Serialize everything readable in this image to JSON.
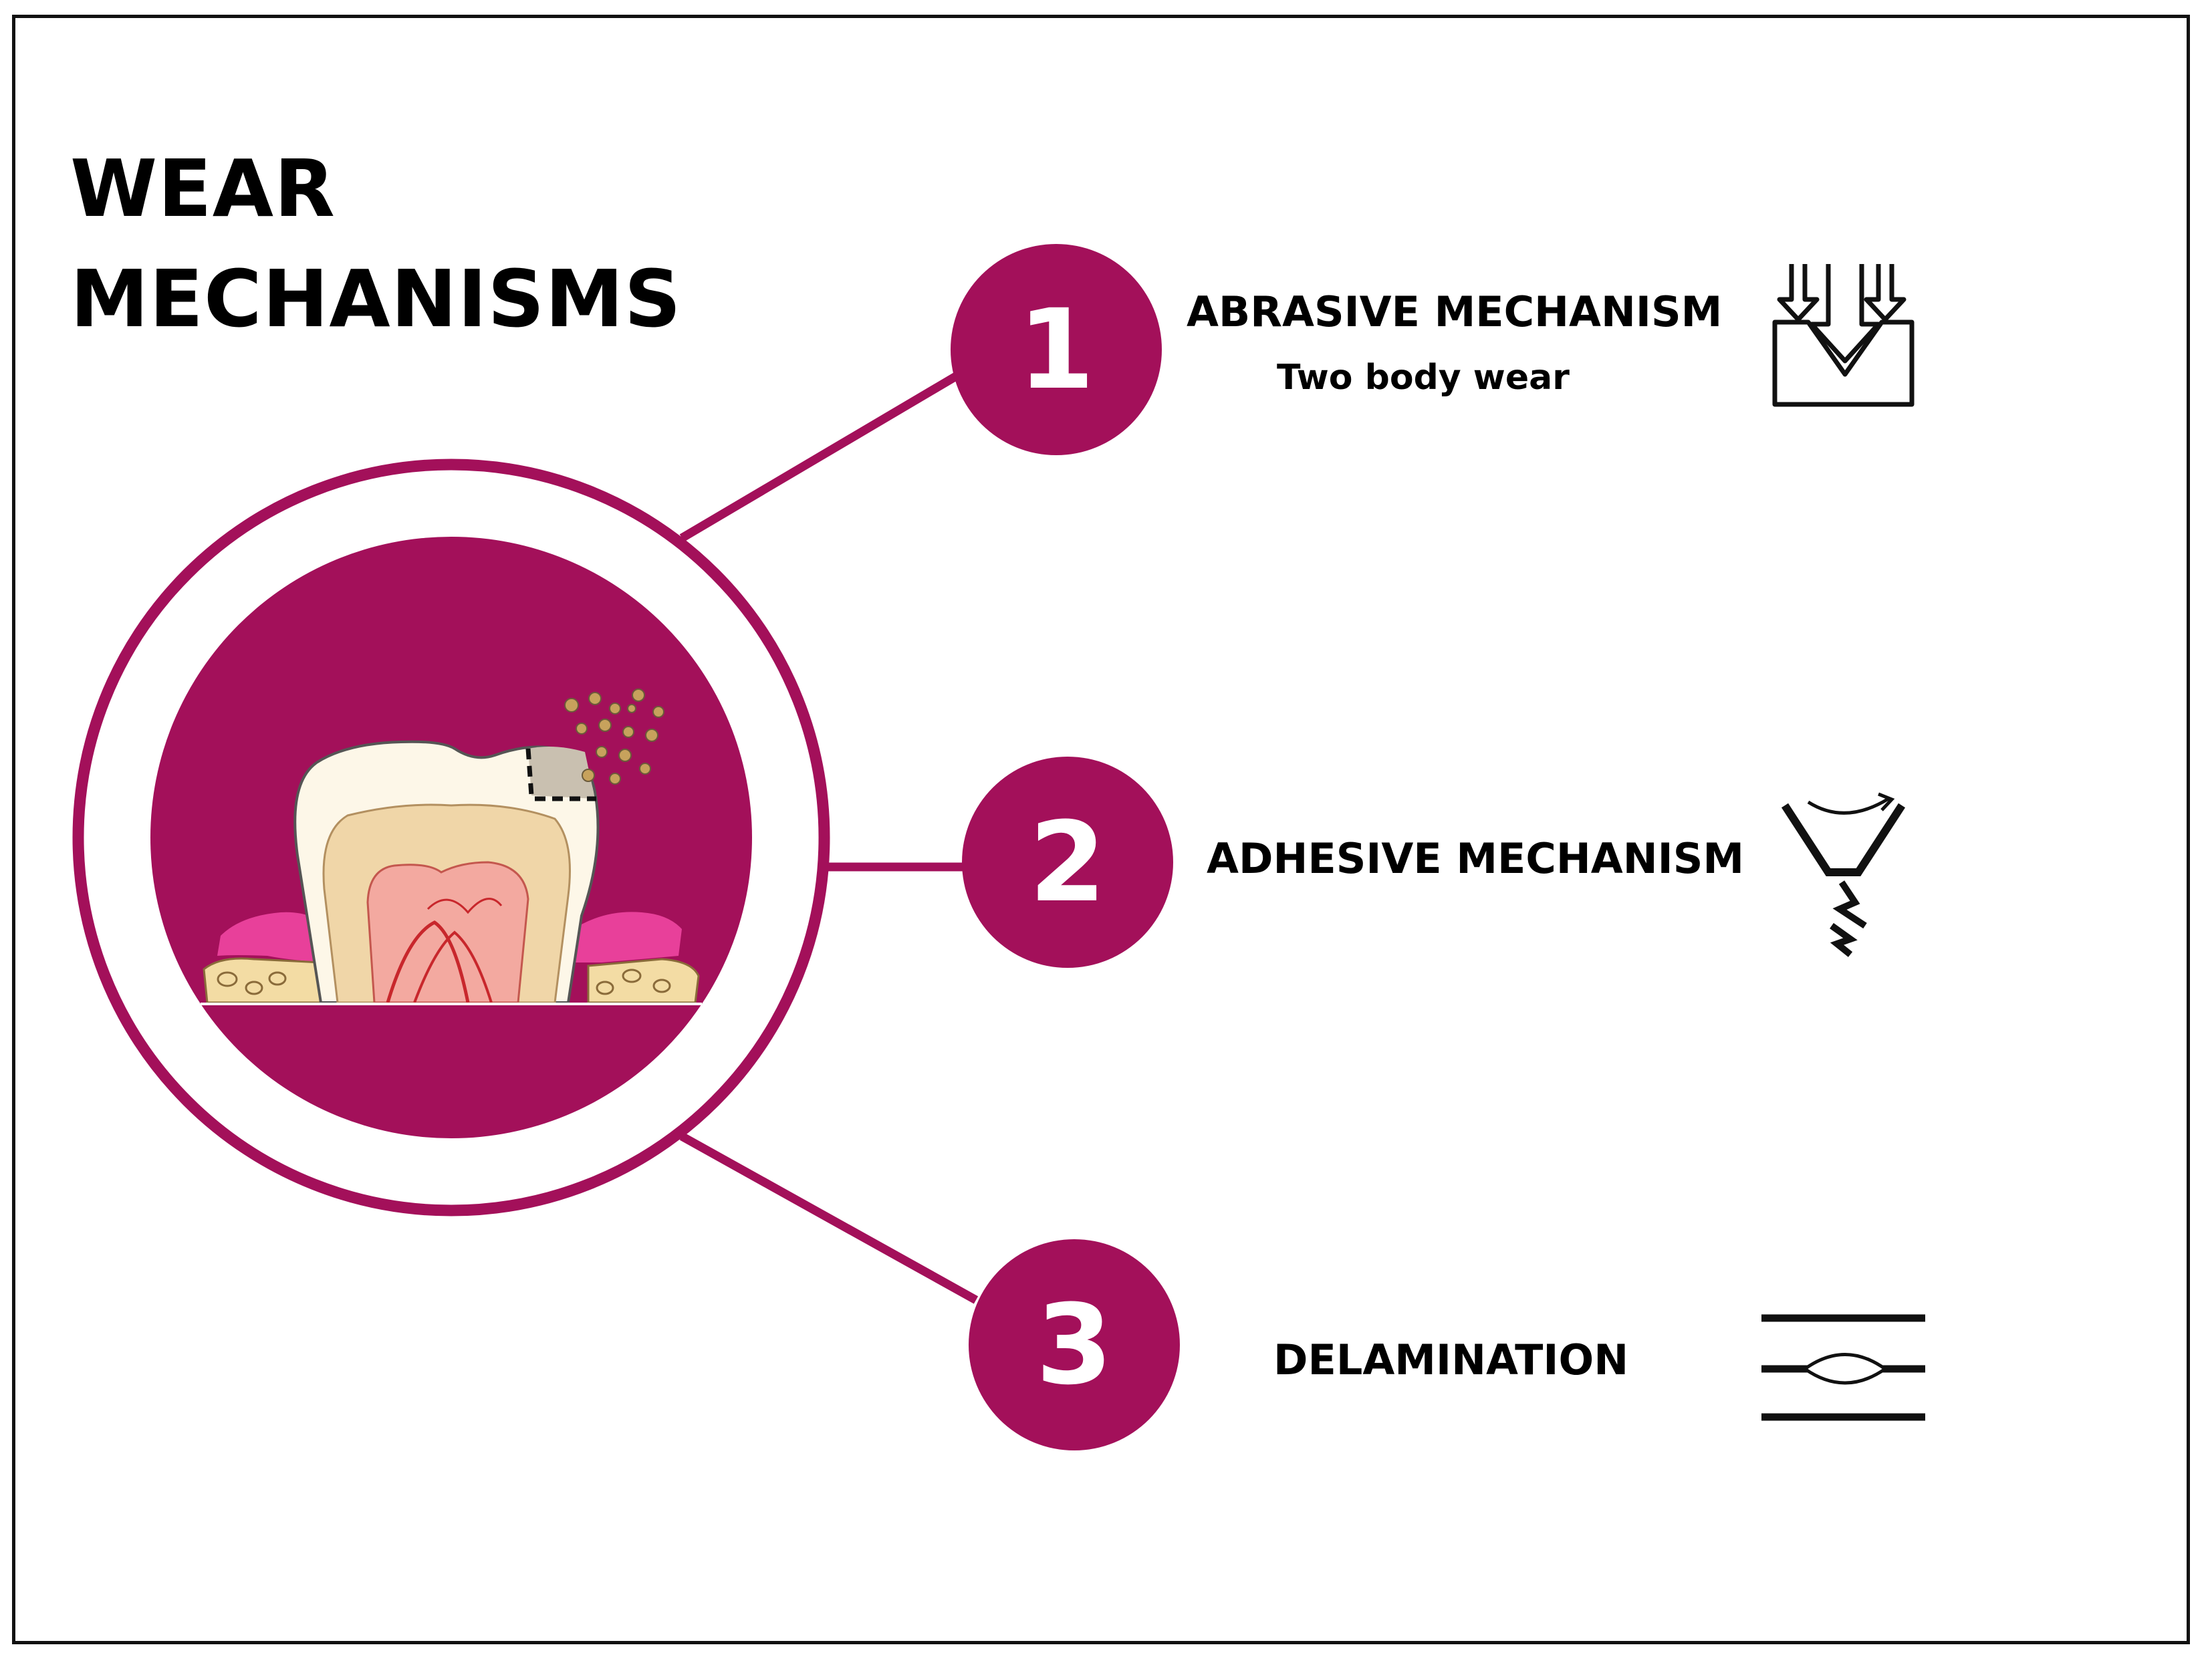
{
  "title": {
    "line1": "WEAR",
    "line2": "MECHANISMS"
  },
  "colors": {
    "accent": "#a3105a",
    "pink": "#e8409a",
    "text": "#000000",
    "background": "#ffffff"
  },
  "center_illustration": {
    "icon": "tooth-cross-section-icon"
  },
  "mechanisms": [
    {
      "number": "1",
      "label": "ABRASIVE MECHANISM",
      "sublabel": "Two body wear",
      "icon": "abrasive-wear-icon"
    },
    {
      "number": "2",
      "label": "ADHESIVE MECHANISM",
      "icon": "adhesive-wear-icon"
    },
    {
      "number": "3",
      "label": "DELAMINATION",
      "icon": "delamination-icon"
    }
  ]
}
